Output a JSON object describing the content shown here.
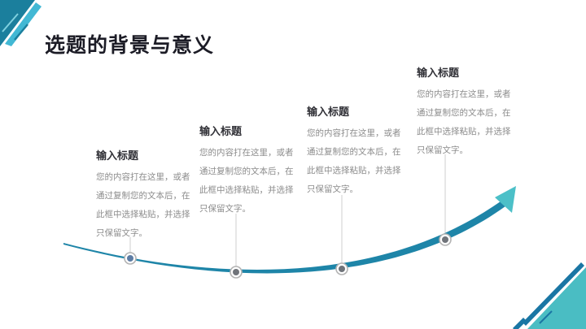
{
  "header": {
    "title": "选题的背景与意义"
  },
  "timeline": {
    "items": [
      {
        "title": "输入标题",
        "body_lines": [
          "您的内容打在这里，或者",
          "通过复制您的文本后，在",
          "此框中选择粘贴，并选择",
          "只保留文字。"
        ]
      },
      {
        "title": "输入标题",
        "body_lines": [
          "您的内容打在这里，或者",
          "通过复制您的文本后，在",
          "此框中选择粘贴，并选择",
          "只保留文字。"
        ]
      },
      {
        "title": "输入标题",
        "body_lines": [
          "您的内容打在这里，或者",
          "通过复制您的文本后，在",
          "此框中选择粘贴，并选择",
          "只保留文字。"
        ]
      },
      {
        "title": "输入标题",
        "body_lines": [
          "您的内容打在这里，或者",
          "通过复制您的文本后，在",
          "此框中选择粘贴，并选择",
          "只保留文字。"
        ]
      }
    ]
  },
  "icons": {
    "growth_arrow": "arrow-up-right",
    "milestone_marker": "circle-dot"
  },
  "colors": {
    "slide_bg": "#ffffff",
    "slide_title_text": "#1c1c26",
    "item_title_text": "#303036",
    "body_text": "#8c8c8c",
    "connector_line": "#cfcfcf",
    "dot_ring": "#b3b3b3",
    "dot_fill_first": "#5e7da5",
    "dot_fill_rest": "#70747a",
    "curve": "#1e85a8",
    "arrowhead": "#4cc0c8",
    "corner_dark_teal": "#1b7f9d",
    "corner_light_blue": "#42b8d4",
    "corner_light_teal": "#4abdc3",
    "corner_dark_band": "#1a76a4"
  }
}
